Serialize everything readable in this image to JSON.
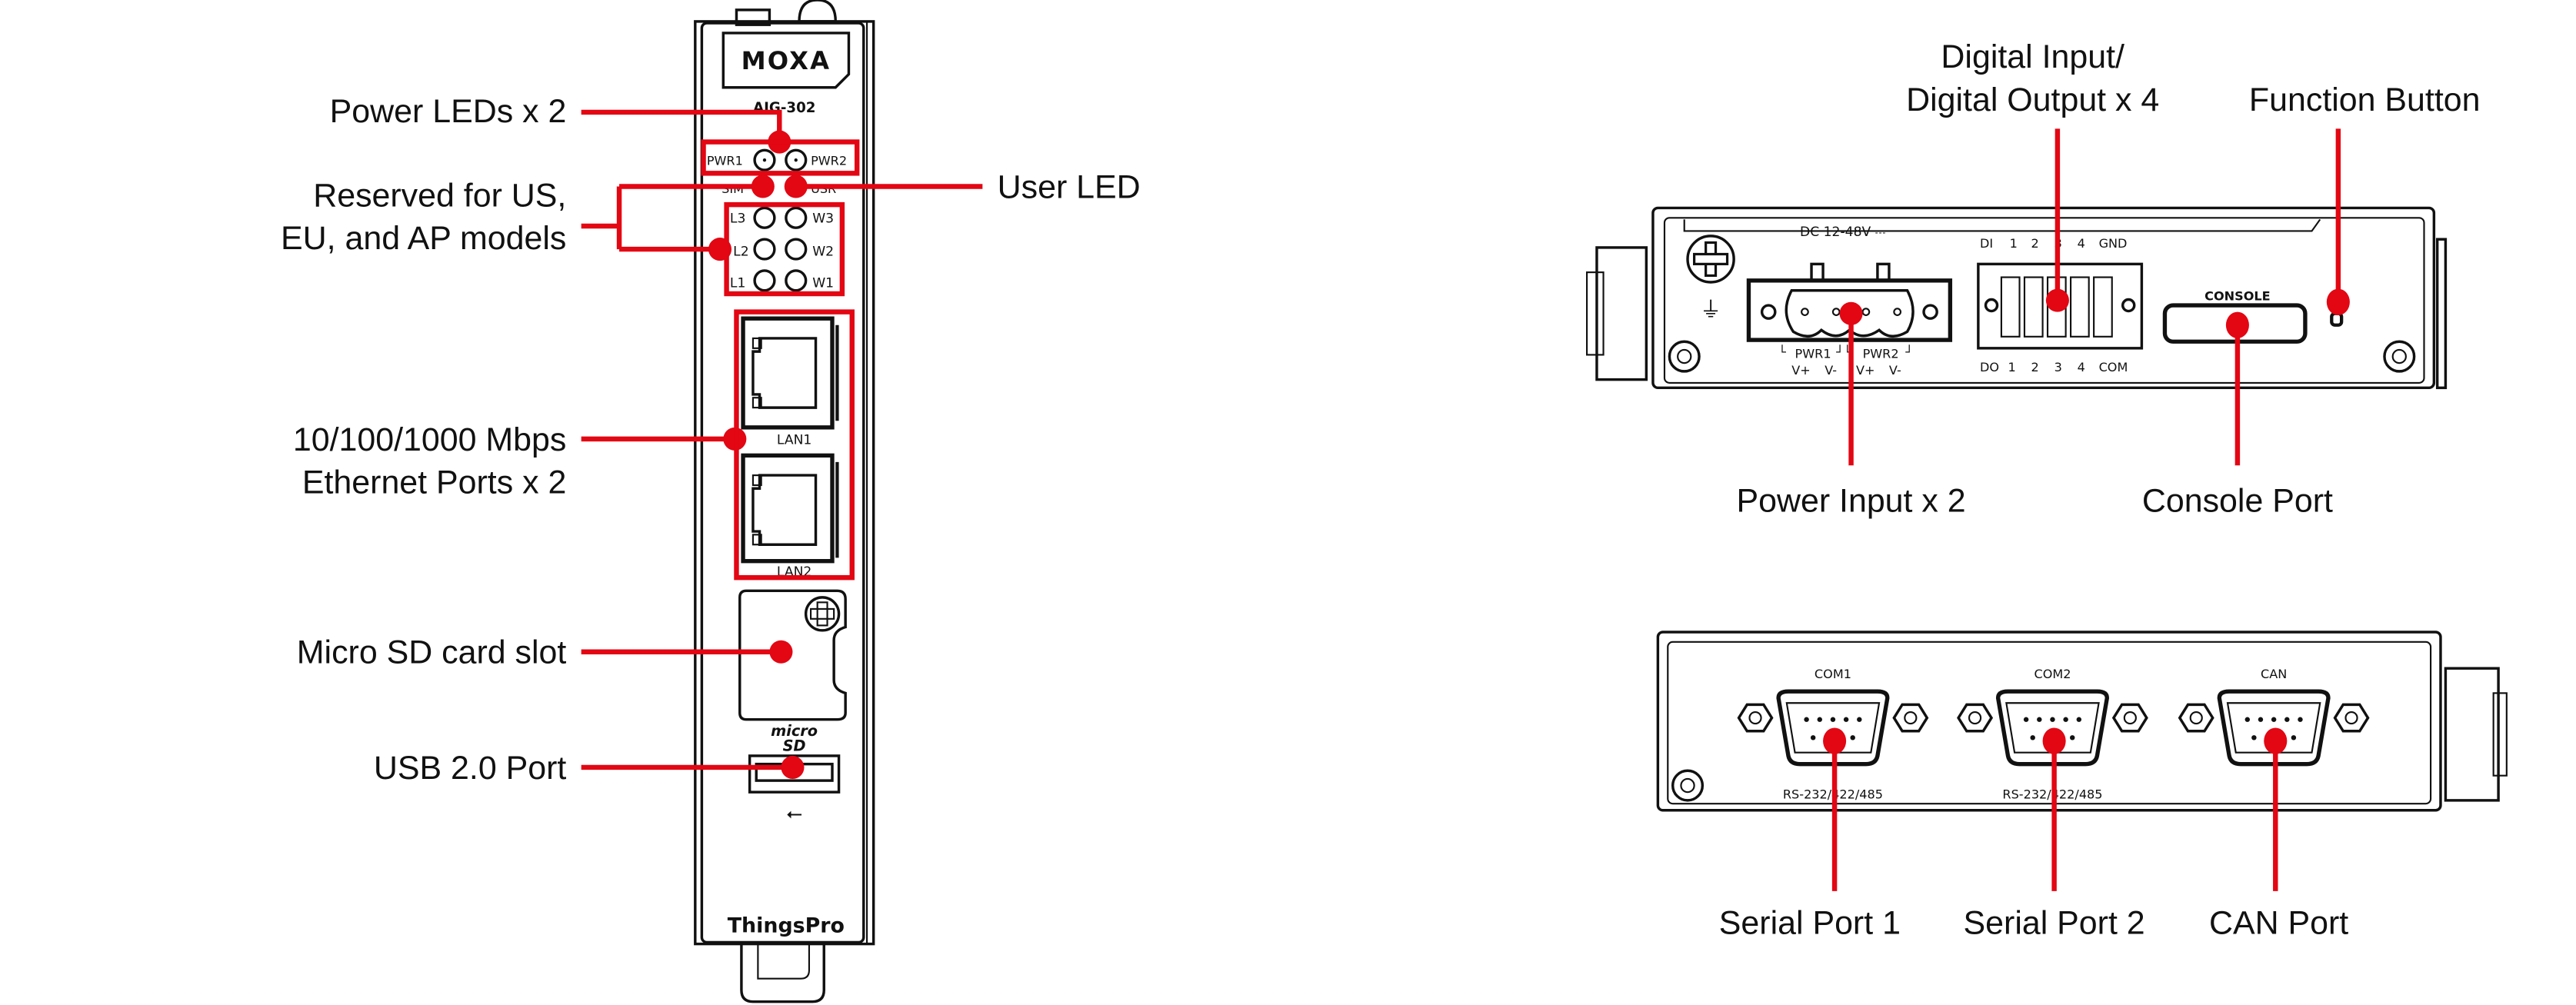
{
  "colors": {
    "callout": "#e30613",
    "line_art": "#111111",
    "background": "#ffffff"
  },
  "front_panel": {
    "brand": "MOXA",
    "model": "AIG-302",
    "footer_brand": "ThingsPro",
    "led_labels": {
      "pwr1": "PWR1",
      "pwr2": "PWR2",
      "sim": "SIM",
      "usr": "USR",
      "l3": "L3",
      "l2": "L2",
      "l1": "L1",
      "w3": "W3",
      "w2": "W2",
      "w1": "W1"
    },
    "lan_labels": [
      "LAN1",
      "LAN2"
    ],
    "sd_label_line1": "micro",
    "sd_label_line2": "SD",
    "usb_icon": "usb-icon"
  },
  "front_callouts": {
    "power_leds": "Power LEDs x 2",
    "reserved_line1": "Reserved for US,",
    "reserved_line2": "EU, and AP models",
    "user_led": "User LED",
    "ethernet_line1": "10/100/1000 Mbps",
    "ethernet_line2": "Ethernet Ports x 2",
    "micro_sd": "Micro SD card slot",
    "usb": "USB 2.0 Port"
  },
  "top_panel": {
    "dc_label": "DC 12-48V ⎓",
    "pwr1": "PWR1",
    "pwr2": "PWR2",
    "vplus1": "V+",
    "vminus1": "V-",
    "vplus2": "V+",
    "vminus2": "V-",
    "di_row": [
      "DI",
      "1",
      "2",
      "3",
      "4",
      "GND"
    ],
    "do_row": [
      "DO",
      "1",
      "2",
      "3",
      "4",
      "COM"
    ],
    "console_label": "CONSOLE"
  },
  "top_callouts": {
    "dio_line1": "Digital Input/",
    "dio_line2": "Digital Output x 4",
    "function_button": "Function Button",
    "power_input": "Power Input x 2",
    "console_port": "Console Port"
  },
  "bottom_panel": {
    "ports": [
      {
        "name": "COM1",
        "sub": "RS-232/422/485"
      },
      {
        "name": "COM2",
        "sub": "RS-232/422/485"
      },
      {
        "name": "CAN",
        "sub": ""
      }
    ]
  },
  "bottom_callouts": {
    "serial1": "Serial Port 1",
    "serial2": "Serial Port 2",
    "can": "CAN Port"
  }
}
